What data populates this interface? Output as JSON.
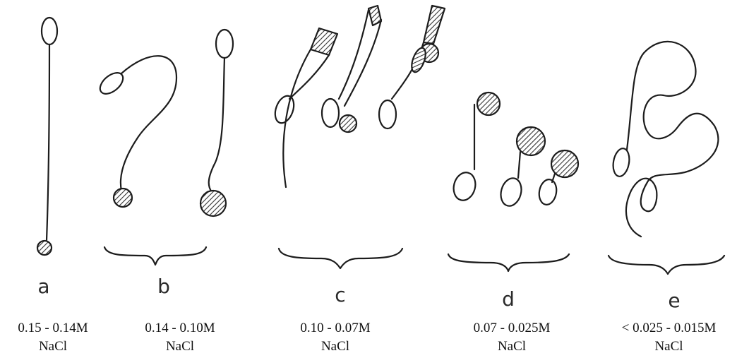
{
  "colors": {
    "ink": "#1c1c1c",
    "paper": "#ffffff",
    "hatch": "#333333"
  },
  "panels": [
    {
      "letter": "a",
      "concentration": "0.15 - 0.14M",
      "salt": "NaCl"
    },
    {
      "letter": "b",
      "concentration": "0.14 - 0.10M",
      "salt": "NaCl"
    },
    {
      "letter": "c",
      "concentration": "0.10 - 0.07M",
      "salt": "NaCl"
    },
    {
      "letter": "d",
      "concentration": "0.07 - 0.025M",
      "salt": "NaCl"
    },
    {
      "letter": "e",
      "concentration": "< 0.025 - 0.015M",
      "salt": "NaCl"
    }
  ]
}
